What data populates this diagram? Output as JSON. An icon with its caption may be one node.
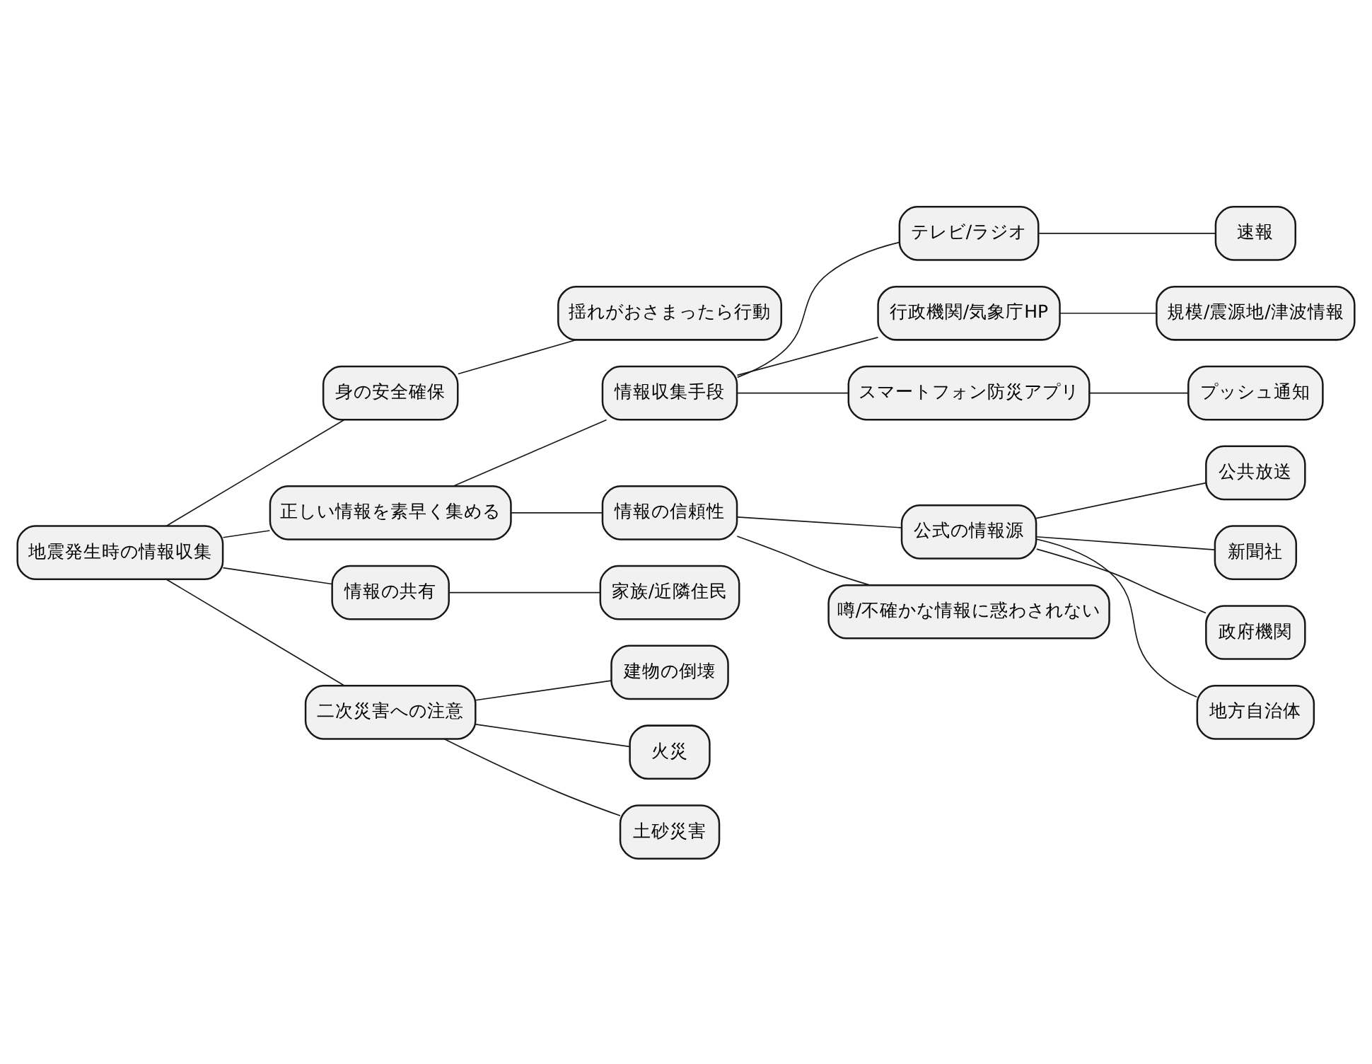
{
  "diagram": {
    "nodes": [
      {
        "text": [
          "地震発生時の情報収集"
        ]
      },
      {
        "text": [
          "身の安全確保"
        ]
      },
      {
        "text": [
          "揺れがおさまったら行動"
        ]
      },
      {
        "text": [
          "正しい情報を素早く集める"
        ]
      },
      {
        "text": [
          "情報収集手段"
        ]
      },
      {
        "text": [
          "テレビ/ラジオ"
        ]
      },
      {
        "text": [
          "速報"
        ]
      },
      {
        "text": [
          "行政機関/気象庁HP"
        ]
      },
      {
        "text": [
          "規模/震源地/津波情報"
        ]
      },
      {
        "text": [
          "スマートフォン防災アプリ"
        ]
      },
      {
        "text": [
          "プッシュ通知"
        ]
      },
      {
        "text": [
          "情報の信頼性"
        ]
      },
      {
        "text": [
          "公式の情報源"
        ]
      },
      {
        "text": [
          "公共放送"
        ]
      },
      {
        "text": [
          "新聞社"
        ]
      },
      {
        "text": [
          "政府機関"
        ]
      },
      {
        "text": [
          "地方自治体"
        ]
      },
      {
        "text": [
          "噂/不確かな情報に惑わされない"
        ]
      },
      {
        "text": [
          "情報の共有"
        ]
      },
      {
        "text": [
          "家族/近隣住民"
        ]
      },
      {
        "text": [
          "二次災害への注意"
        ]
      },
      {
        "text": [
          "建物の倒壊"
        ]
      },
      {
        "text": [
          "火災"
        ]
      },
      {
        "text": [
          "土砂災害"
        ]
      }
    ],
    "edges": [
      {
        "from": 0,
        "to": 1,
        "arrow": "none"
      },
      {
        "from": 1,
        "to": 2,
        "arrow": "none"
      },
      {
        "from": 0,
        "to": 3,
        "arrow": "none"
      },
      {
        "from": 3,
        "to": 4,
        "arrow": "none"
      },
      {
        "from": 4,
        "to": 5,
        "arrow": "none"
      },
      {
        "from": 5,
        "to": 6,
        "arrow": "none"
      },
      {
        "from": 4,
        "to": 7,
        "arrow": "none"
      },
      {
        "from": 7,
        "to": 8,
        "arrow": "none"
      },
      {
        "from": 4,
        "to": 9,
        "arrow": "none"
      },
      {
        "from": 9,
        "to": 10,
        "arrow": "none"
      },
      {
        "from": 3,
        "to": 11,
        "arrow": "none"
      },
      {
        "from": 11,
        "to": 12,
        "arrow": "none"
      },
      {
        "from": 12,
        "to": 13,
        "arrow": "none"
      },
      {
        "from": 12,
        "to": 14,
        "arrow": "none"
      },
      {
        "from": 12,
        "to": 15,
        "arrow": "none"
      },
      {
        "from": 12,
        "to": 16,
        "arrow": "none"
      },
      {
        "from": 11,
        "to": 17,
        "arrow": "none"
      },
      {
        "from": 0,
        "to": 18,
        "arrow": "none"
      },
      {
        "from": 18,
        "to": 19,
        "arrow": "none"
      },
      {
        "from": 0,
        "to": 20,
        "arrow": "none"
      },
      {
        "from": 20,
        "to": 21,
        "arrow": "none"
      },
      {
        "from": 20,
        "to": 22,
        "arrow": "none"
      },
      {
        "from": 20,
        "to": 23,
        "arrow": "none"
      }
    ]
  }
}
